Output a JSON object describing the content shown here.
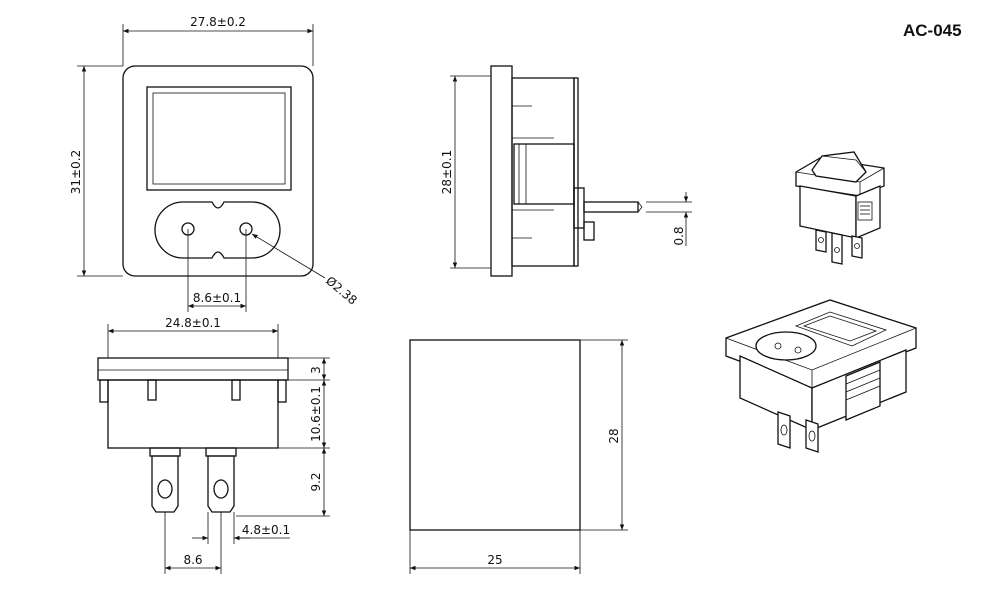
{
  "drawing": {
    "part_number": "AC-045",
    "front_view": {
      "width_label": "27.8±0.2",
      "height_label": "31±0.2",
      "pin_pitch_label": "8.6±0.1",
      "hole_label": "Ø2.38"
    },
    "side_view": {
      "height_label": "28±0.1",
      "pin_thickness_label": "0.8"
    },
    "bottom_view": {
      "width_label": "24.8±0.1",
      "flange_label": "3",
      "body_label": "10.6±0.1",
      "terminal_length_label": "9.2",
      "terminal_width_label": "4.8±0.1",
      "terminal_pitch_label": "8.6"
    },
    "cutout_view": {
      "height_label": "28",
      "width_label": "25"
    },
    "images": {
      "switch_render": "rocker-switch-illustration",
      "socket_render": "power-socket-illustration"
    }
  }
}
